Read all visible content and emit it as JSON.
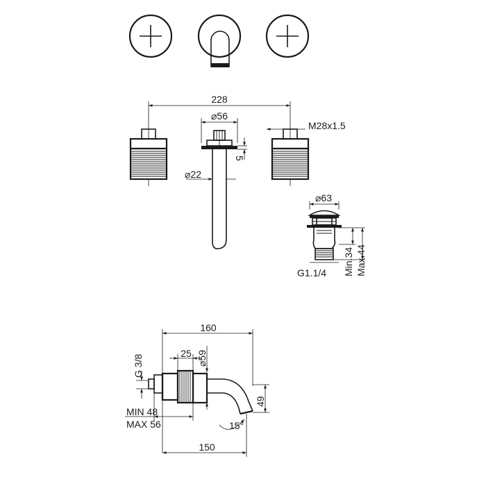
{
  "labels": {
    "width_total": "228",
    "spout_plate_dia": "⌀56",
    "thread": "M28x1.5",
    "plate_depth": "5",
    "spout_dia": "⌀22",
    "waste_dia": "⌀63",
    "waste_thread": "G1.1/4",
    "waste_min": "Min.34",
    "waste_max": "Max.44",
    "side_length": "160",
    "collar_width": "25",
    "body_dia": "⌀59",
    "inlet_thread": "G 3/8",
    "spout_drop": "49",
    "wall_min": "MIN 48",
    "wall_max": "MAX 56",
    "spout_angle": "15°",
    "spout_reach": "150"
  }
}
